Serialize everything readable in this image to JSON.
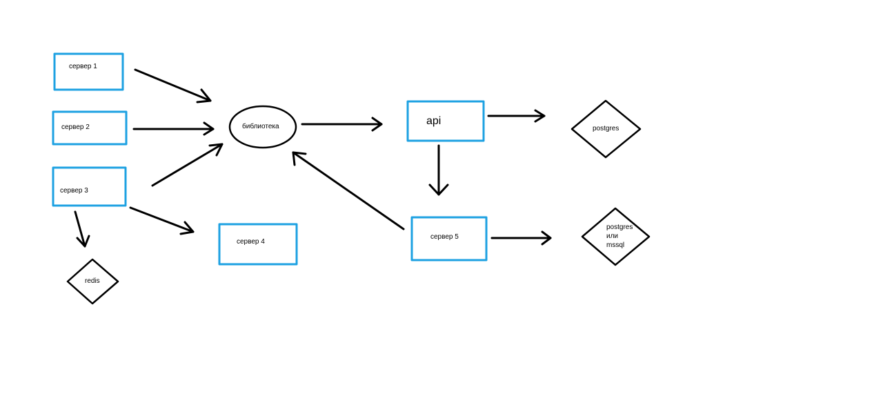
{
  "colors": {
    "server_border": "#1da1e2",
    "line": "#000000",
    "background": "#ffffff"
  },
  "nodes": {
    "server1": {
      "label": "сервер 1",
      "shape": "rectangle"
    },
    "server2": {
      "label": "сервер 2",
      "shape": "rectangle"
    },
    "server3": {
      "label": "сервер 3",
      "shape": "rectangle"
    },
    "server4": {
      "label": "сервер 4",
      "shape": "rectangle"
    },
    "server5": {
      "label": "сервер 5",
      "shape": "rectangle"
    },
    "library": {
      "label": "библиотека",
      "shape": "ellipse"
    },
    "api": {
      "label": "api",
      "shape": "rectangle"
    },
    "postgres": {
      "label": "postgres",
      "shape": "diamond"
    },
    "postgres_mssql": {
      "label": "postgres\nили\nmssql",
      "shape": "diamond"
    },
    "redis": {
      "label": "redis",
      "shape": "diamond"
    }
  },
  "edges": [
    {
      "from": "server1",
      "to": "library"
    },
    {
      "from": "server2",
      "to": "library"
    },
    {
      "from": "server3",
      "to": "library"
    },
    {
      "from": "server3",
      "to": "server4"
    },
    {
      "from": "server3",
      "to": "redis"
    },
    {
      "from": "library",
      "to": "api"
    },
    {
      "from": "api",
      "to": "postgres"
    },
    {
      "from": "api",
      "to": "server5"
    },
    {
      "from": "server5",
      "to": "library"
    },
    {
      "from": "server5",
      "to": "postgres_mssql"
    }
  ]
}
